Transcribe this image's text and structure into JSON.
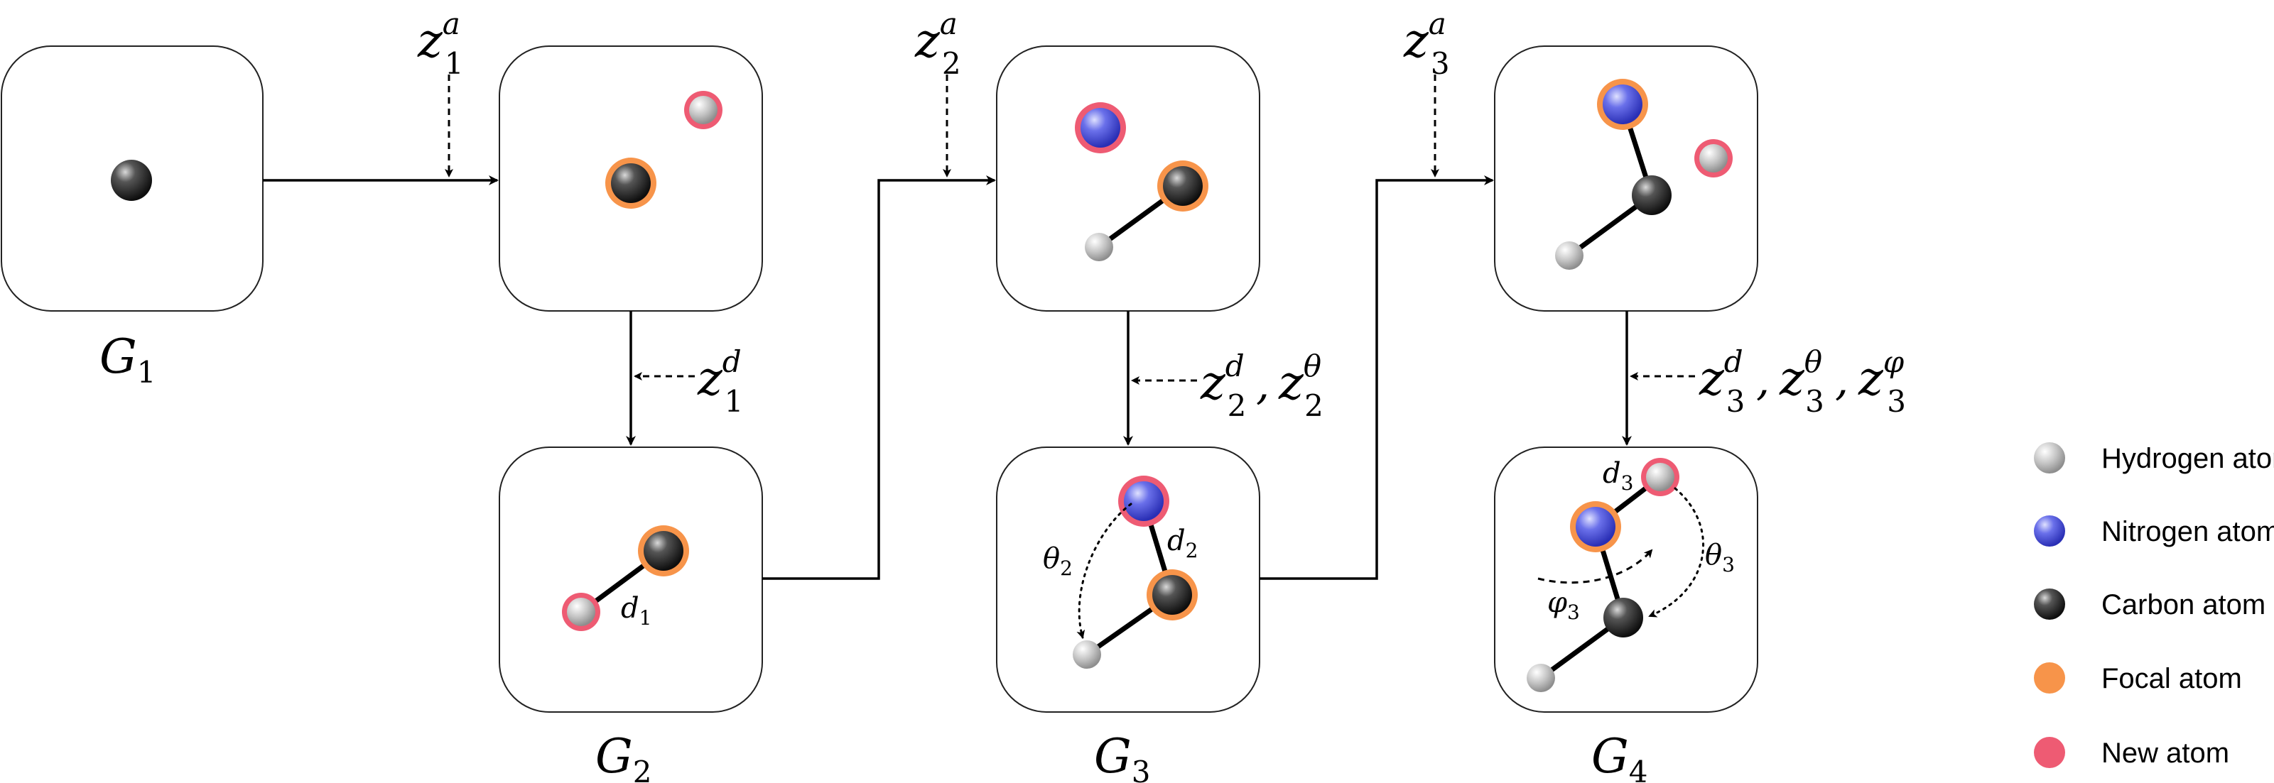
{
  "graphs": {
    "g1": {
      "letter": "G",
      "index": "1"
    },
    "g2": {
      "letter": "G",
      "index": "2"
    },
    "g3": {
      "letter": "G",
      "index": "3"
    },
    "g4": {
      "letter": "G",
      "index": "4"
    }
  },
  "latents": {
    "za1": {
      "base": "z",
      "sup": "a",
      "sub": "1"
    },
    "za2": {
      "base": "z",
      "sup": "a",
      "sub": "2"
    },
    "za3": {
      "base": "z",
      "sup": "a",
      "sub": "3"
    },
    "zd1": {
      "base": "z",
      "sup": "d",
      "sub": "1"
    },
    "zd2": {
      "base": "z",
      "sup": "d",
      "sub": "2"
    },
    "zt2": {
      "base": "z",
      "sup": "θ",
      "sub": "2"
    },
    "zd3": {
      "base": "z",
      "sup": "d",
      "sub": "3"
    },
    "zt3": {
      "base": "z",
      "sup": "θ",
      "sub": "3"
    },
    "zp3": {
      "base": "z",
      "sup": "φ",
      "sub": "3"
    },
    "sep": ","
  },
  "geometry_labels": {
    "d1": {
      "base": "d",
      "sub": "1"
    },
    "d2": {
      "base": "d",
      "sub": "2"
    },
    "d3": {
      "base": "d",
      "sub": "3"
    },
    "theta2": {
      "base": "θ",
      "sub": "2"
    },
    "theta3": {
      "base": "θ",
      "sub": "3"
    },
    "phi3": {
      "base": "φ",
      "sub": "3"
    }
  },
  "legend": [
    {
      "label": "Hydrogen atom",
      "color": "#bdbdbd",
      "kind": "hydrogen"
    },
    {
      "label": "Nitrogen atom",
      "color": "#5b63e0",
      "kind": "nitrogen"
    },
    {
      "label": "Carbon atom",
      "color": "#3a3a3a",
      "kind": "carbon"
    },
    {
      "label": "Focal atom",
      "color": "#f7944a",
      "kind": "focal"
    },
    {
      "label": "New atom",
      "color": "#ee5b73",
      "kind": "new"
    }
  ],
  "colors": {
    "focal_ring": "#f7944a",
    "new_ring": "#ee5b73",
    "hydrogen": "#bdbdbd",
    "nitrogen": "#5b63e0",
    "carbon": "#3a3a3a"
  }
}
